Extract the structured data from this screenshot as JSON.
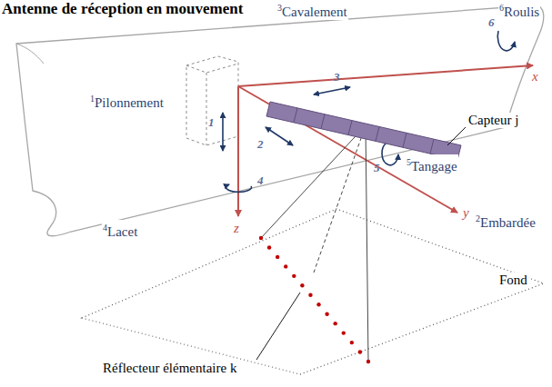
{
  "diagram": {
    "title": "Antenne de réception en mouvement",
    "labels": [
      "6",
      "Roulis",
      "x",
      "3",
      "Cavalement",
      "6",
      "3",
      "Capteur j",
      "1",
      "Pilonnement",
      "5",
      "Tangage",
      "2",
      "5",
      "1",
      "2",
      "Embardée",
      "y",
      "4",
      "Lacet",
      "4",
      "z",
      "Fond",
      "Réflecteur élémentaire k"
    ]
  }
}
